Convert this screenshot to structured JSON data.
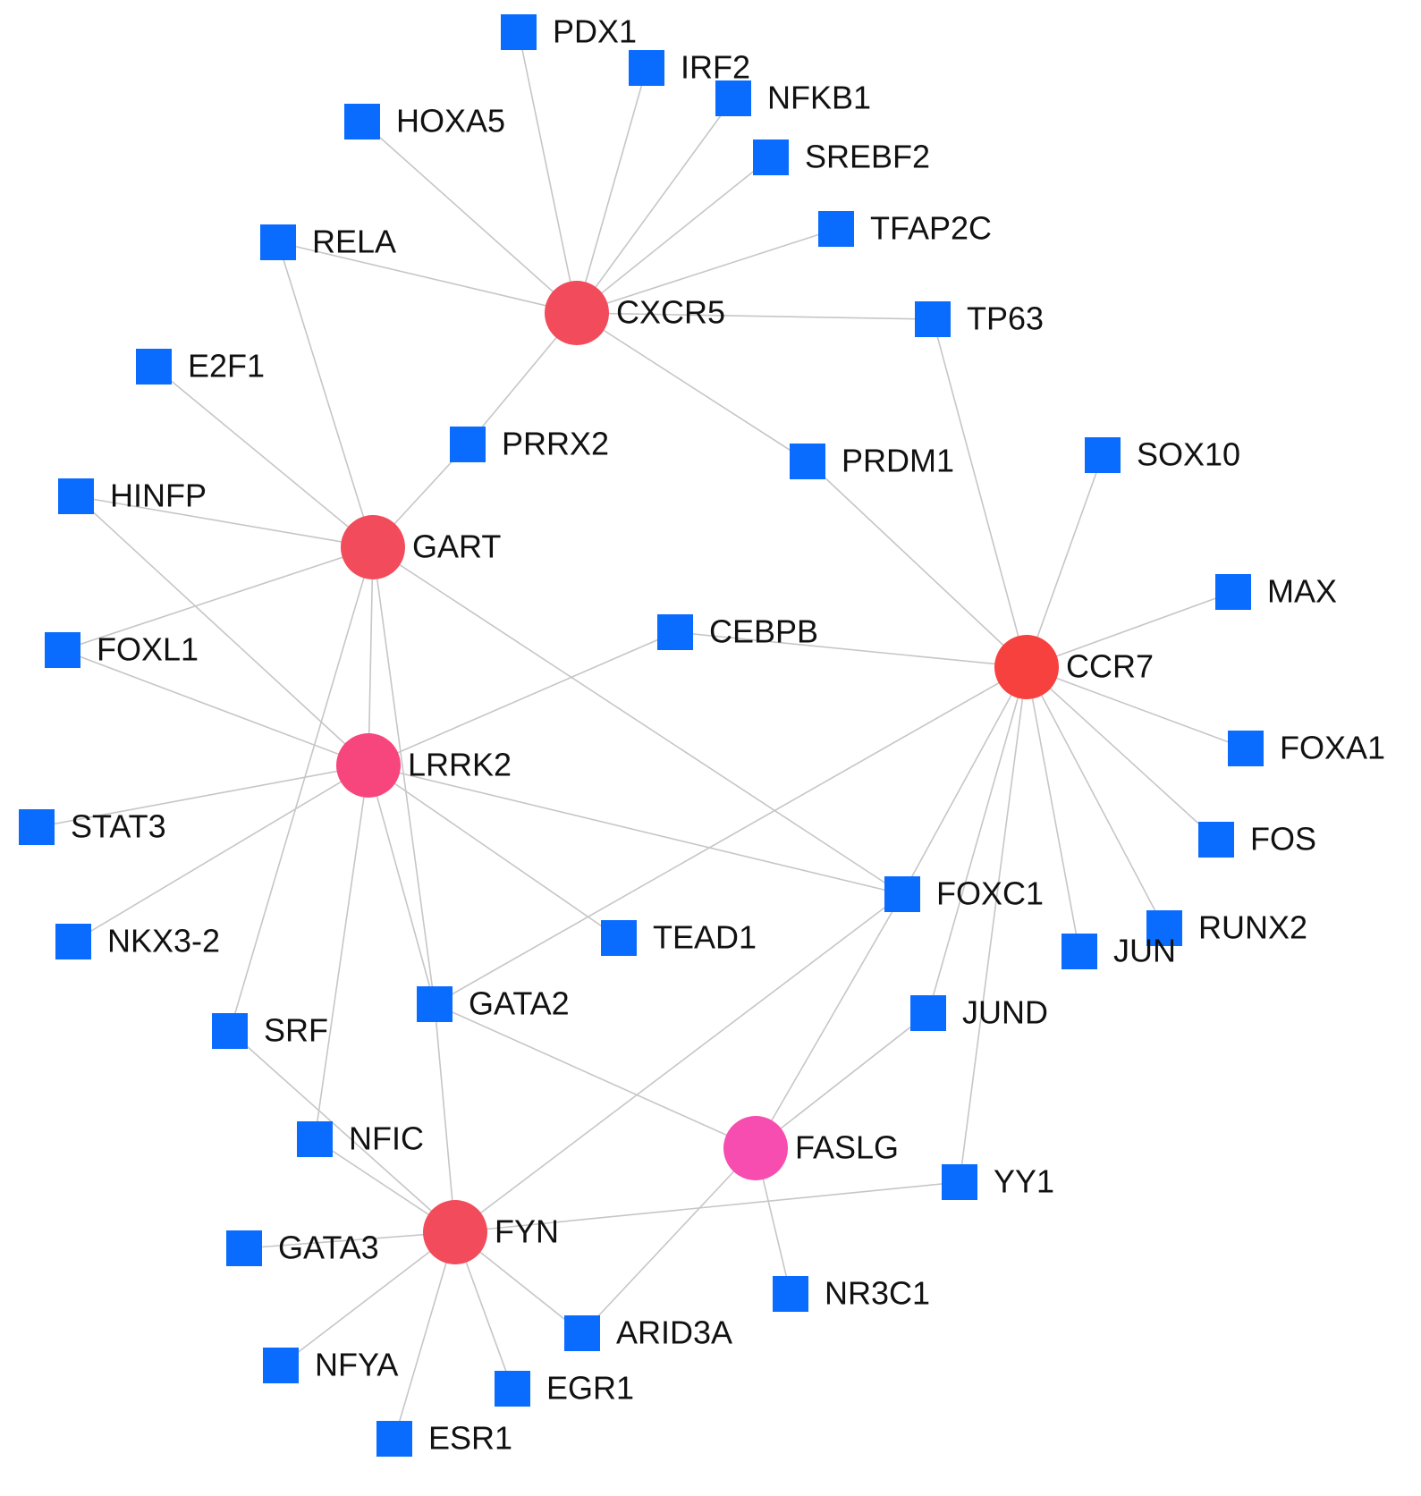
{
  "colors": {
    "background": "#ffffff",
    "edge": "#c6c6c6",
    "tf_square": "#0a6cff",
    "hub_red": "#f24b5b",
    "hub_red_strong": "#f7413e",
    "hub_pink": "#f7467e",
    "hub_magenta": "#f74db0"
  },
  "hubs": [
    {
      "id": "CXCR5",
      "label": "CXCR5",
      "color": "#f24b5b"
    },
    {
      "id": "GART",
      "label": "GART",
      "color": "#f24b5b"
    },
    {
      "id": "CCR7",
      "label": "CCR7",
      "color": "#f7413e"
    },
    {
      "id": "LRRK2",
      "label": "LRRK2",
      "color": "#f7467e"
    },
    {
      "id": "FASLG",
      "label": "FASLG",
      "color": "#f74db0"
    },
    {
      "id": "FYN",
      "label": "FYN",
      "color": "#f24b5b"
    }
  ],
  "transcription_factors": [
    {
      "id": "PDX1",
      "label": "PDX1"
    },
    {
      "id": "IRF2",
      "label": "IRF2"
    },
    {
      "id": "NFKB1",
      "label": "NFKB1"
    },
    {
      "id": "HOXA5",
      "label": "HOXA5"
    },
    {
      "id": "SREBF2",
      "label": "SREBF2"
    },
    {
      "id": "TFAP2C",
      "label": "TFAP2C"
    },
    {
      "id": "RELA",
      "label": "RELA"
    },
    {
      "id": "TP63",
      "label": "TP63"
    },
    {
      "id": "E2F1",
      "label": "E2F1"
    },
    {
      "id": "PRRX2",
      "label": "PRRX2"
    },
    {
      "id": "PRDM1",
      "label": "PRDM1"
    },
    {
      "id": "SOX10",
      "label": "SOX10"
    },
    {
      "id": "HINFP",
      "label": "HINFP"
    },
    {
      "id": "MAX",
      "label": "MAX"
    },
    {
      "id": "FOXL1",
      "label": "FOXL1"
    },
    {
      "id": "CEBPB",
      "label": "CEBPB"
    },
    {
      "id": "FOXA1",
      "label": "FOXA1"
    },
    {
      "id": "STAT3",
      "label": "STAT3"
    },
    {
      "id": "FOS",
      "label": "FOS"
    },
    {
      "id": "FOXC1",
      "label": "FOXC1"
    },
    {
      "id": "RUNX2",
      "label": "RUNX2"
    },
    {
      "id": "NKX3-2",
      "label": "NKX3-2"
    },
    {
      "id": "TEAD1",
      "label": "TEAD1"
    },
    {
      "id": "JUN",
      "label": "JUN"
    },
    {
      "id": "GATA2",
      "label": "GATA2"
    },
    {
      "id": "JUND",
      "label": "JUND"
    },
    {
      "id": "SRF",
      "label": "SRF"
    },
    {
      "id": "NFIC",
      "label": "NFIC"
    },
    {
      "id": "YY1",
      "label": "YY1"
    },
    {
      "id": "GATA3",
      "label": "GATA3"
    },
    {
      "id": "NR3C1",
      "label": "NR3C1"
    },
    {
      "id": "ARID3A",
      "label": "ARID3A"
    },
    {
      "id": "NFYA",
      "label": "NFYA"
    },
    {
      "id": "EGR1",
      "label": "EGR1"
    },
    {
      "id": "ESR1",
      "label": "ESR1"
    }
  ],
  "edges": [
    [
      "CXCR5",
      "PDX1"
    ],
    [
      "CXCR5",
      "IRF2"
    ],
    [
      "CXCR5",
      "NFKB1"
    ],
    [
      "CXCR5",
      "HOXA5"
    ],
    [
      "CXCR5",
      "SREBF2"
    ],
    [
      "CXCR5",
      "TFAP2C"
    ],
    [
      "CXCR5",
      "RELA"
    ],
    [
      "CXCR5",
      "TP63"
    ],
    [
      "CXCR5",
      "PRRX2"
    ],
    [
      "CXCR5",
      "PRDM1"
    ],
    [
      "GART",
      "PRRX2"
    ],
    [
      "GART",
      "RELA"
    ],
    [
      "GART",
      "E2F1"
    ],
    [
      "GART",
      "HINFP"
    ],
    [
      "GART",
      "FOXL1"
    ],
    [
      "GART",
      "FOXC1"
    ],
    [
      "GART",
      "GATA2"
    ],
    [
      "GART",
      "SRF"
    ],
    [
      "GART",
      "LRRK2"
    ],
    [
      "LRRK2",
      "HINFP"
    ],
    [
      "LRRK2",
      "FOXL1"
    ],
    [
      "LRRK2",
      "STAT3"
    ],
    [
      "LRRK2",
      "NKX3-2"
    ],
    [
      "LRRK2",
      "CEBPB"
    ],
    [
      "LRRK2",
      "FOXC1"
    ],
    [
      "LRRK2",
      "TEAD1"
    ],
    [
      "LRRK2",
      "GATA2"
    ],
    [
      "LRRK2",
      "NFIC"
    ],
    [
      "CCR7",
      "TP63"
    ],
    [
      "CCR7",
      "PRDM1"
    ],
    [
      "CCR7",
      "SOX10"
    ],
    [
      "CCR7",
      "MAX"
    ],
    [
      "CCR7",
      "CEBPB"
    ],
    [
      "CCR7",
      "FOXA1"
    ],
    [
      "CCR7",
      "FOS"
    ],
    [
      "CCR7",
      "RUNX2"
    ],
    [
      "CCR7",
      "JUN"
    ],
    [
      "CCR7",
      "FOXC1"
    ],
    [
      "CCR7",
      "JUND"
    ],
    [
      "CCR7",
      "YY1"
    ],
    [
      "CCR7",
      "GATA2"
    ],
    [
      "FASLG",
      "FOXC1"
    ],
    [
      "FASLG",
      "JUND"
    ],
    [
      "FASLG",
      "GATA2"
    ],
    [
      "FASLG",
      "NR3C1"
    ],
    [
      "FASLG",
      "ARID3A"
    ],
    [
      "FYN",
      "FOXC1"
    ],
    [
      "FYN",
      "GATA2"
    ],
    [
      "FYN",
      "SRF"
    ],
    [
      "FYN",
      "YY1"
    ],
    [
      "FYN",
      "GATA3"
    ],
    [
      "FYN",
      "NFYA"
    ],
    [
      "FYN",
      "ESR1"
    ],
    [
      "FYN",
      "EGR1"
    ],
    [
      "FYN",
      "ARID3A"
    ],
    [
      "FYN",
      "NFIC"
    ]
  ]
}
